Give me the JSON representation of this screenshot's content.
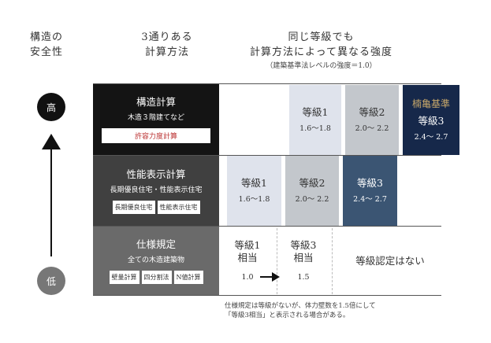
{
  "headers": {
    "col1": [
      "構造の",
      "安全性"
    ],
    "col2": [
      "3通りある",
      "計算方法"
    ],
    "col3": [
      "同じ等級でも",
      "計算方法によって異なる強度"
    ],
    "col3_note": "（建築基準法レベルの強度＝1.0）"
  },
  "safety": {
    "high": "高",
    "low": "低"
  },
  "rows": {
    "structural": {
      "title": "構造計算",
      "subtitle": "木造３階建てなど",
      "tag": "許容力度計算",
      "grade1": {
        "label": "等級1",
        "range": "1.6～1.8"
      },
      "grade2": {
        "label": "等級2",
        "range": "2.0～ 2.2"
      },
      "grade3": {
        "top": "楠亀基準",
        "label": "等級3",
        "range": "2.4～ 2.7"
      }
    },
    "performance": {
      "title": "性能表示計算",
      "subtitle": "長期優良住宅・性能表示住宅",
      "tags": [
        "長期優良住宅",
        "性能表示住宅"
      ],
      "grade1": {
        "label": "等級1",
        "range": "1.6～1.8"
      },
      "grade2": {
        "label": "等級2",
        "range": "2.0～ 2.2"
      },
      "grade3": {
        "label": "等級3",
        "range": "2.4～ 2.7"
      }
    },
    "spec": {
      "title": "仕様規定",
      "subtitle": "全ての木造建築物",
      "tags": [
        "壁量計算",
        "四分割法",
        "N値計算"
      ],
      "grade1": {
        "label1": "等級1",
        "label2": "相当",
        "value": "1.0"
      },
      "grade3": {
        "label1": "等級3",
        "label2": "相当",
        "value": "1.5"
      },
      "none": "等級認定はない"
    }
  },
  "footnote": [
    "仕様規定は等級がないが、体力壁数を1.5倍にして",
    "「等級3相当」と表示される場合がある。"
  ],
  "colors": {
    "row1_bg": "#141414",
    "row2_bg": "#404040",
    "row3_bg": "#6a6a6a",
    "grade_light": "#dfe3ec",
    "grade_mid": "#c3c7cc",
    "grade_blue": "#3b5573",
    "grade_navy": "#16284a",
    "accent_gold": "#c8a86a"
  }
}
